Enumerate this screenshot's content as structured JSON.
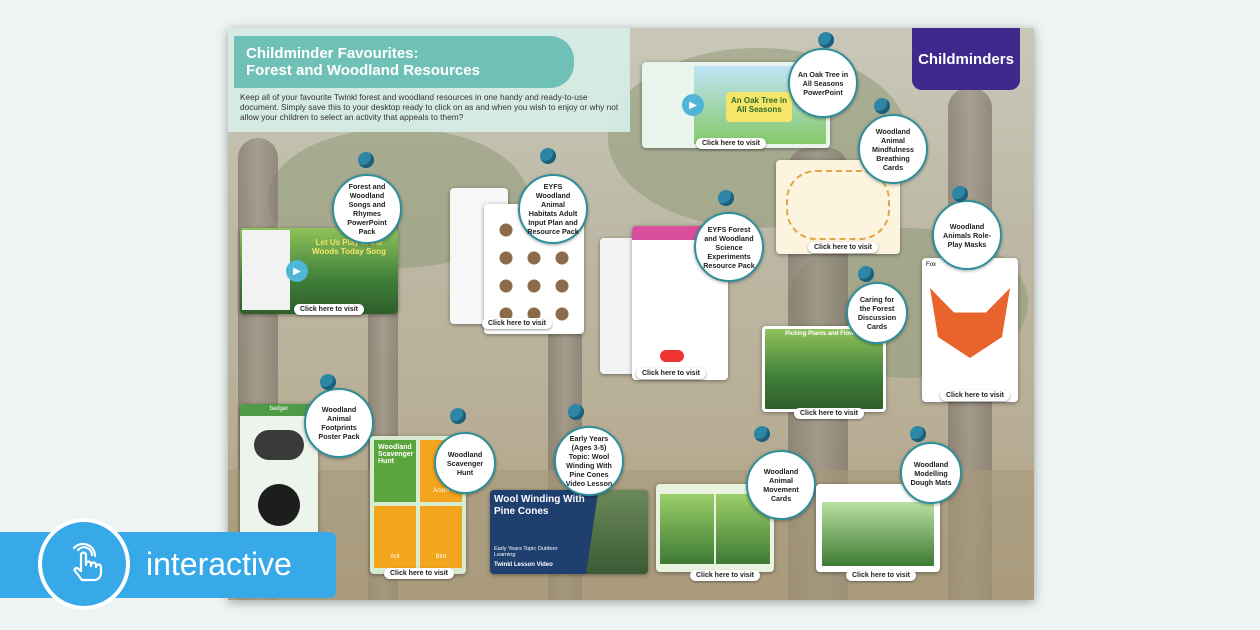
{
  "header": {
    "title_line1": "Childminder Favourites:",
    "title_line2": "Forest and Woodland Resources",
    "description": "Keep all of your favourite Twinkl forest and woodland resources in one handy and ready-to-use document. Simply save this to your desktop ready to click on as and when you wish to enjoy or why not allow your children to select an activity that appeals to them?"
  },
  "brand": {
    "label": "Childminders",
    "color": "#3d2a8c"
  },
  "visit_label": "Click here to visit",
  "resources": [
    {
      "bubble": "An Oak Tree in All Seasons PowerPoint",
      "card_title": "An Oak Tree in All Seasons"
    },
    {
      "bubble": "Woodland Animal Mindfulness Breathing Cards"
    },
    {
      "bubble": "Woodland Animals Role-Play Masks",
      "card_title": "Fox"
    },
    {
      "bubble": "Forest and Woodland Songs and Rhymes PowerPoint Pack",
      "card_title": "Let Us Play in the Woods Today Song"
    },
    {
      "bubble": "EYFS Woodland Animal Habitats Adult Input Plan and Resource Pack"
    },
    {
      "bubble": "EYFS Forest and Woodland Science Experiments Resource Pack"
    },
    {
      "bubble": "Caring for the Forest Discussion Cards",
      "card_title": "Picking Plants and Flowers"
    },
    {
      "bubble": "Woodland Animal Footprints Poster Pack",
      "card_title": "badger"
    },
    {
      "bubble": "Woodland Scavenger Hunt",
      "card_title": "Woodland Scavenger Hunt",
      "items": [
        "Acorn",
        "Ant",
        "Bird"
      ]
    },
    {
      "bubble": "Early Years (Ages 3-5) Topic: Wool Winding With Pine Cones Video Lesson",
      "card_title": "Wool Winding With Pine Cones",
      "card_sub": "Early Years Topic Outdoor Learning",
      "card_tag": "Twinkl Lesson Video"
    },
    {
      "bubble": "Woodland Animal Movement Cards"
    },
    {
      "bubble": "Woodland Modelling Dough Mats"
    }
  ],
  "badge": {
    "label": "interactive",
    "color": "#38a9e8"
  }
}
